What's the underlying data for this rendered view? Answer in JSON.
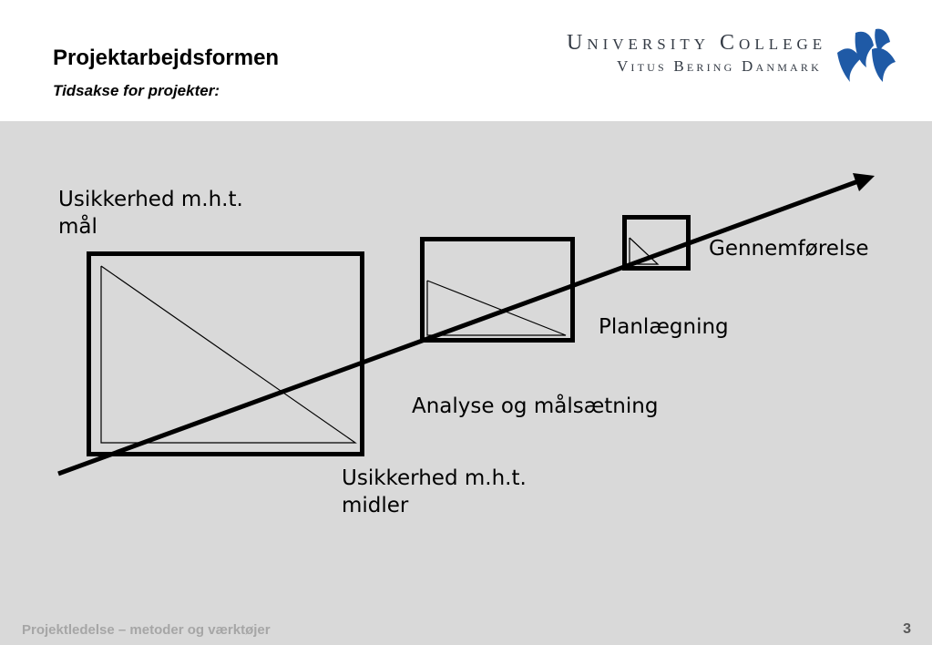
{
  "header": {
    "title": "Projektarbejdsformen",
    "subtitle": "Tidsakse for projekter:"
  },
  "logo": {
    "line1": "University College",
    "line2": "Vitus Bering Danmark",
    "icon": "sails-logo-icon",
    "color": "#1f5aa6"
  },
  "diagram": {
    "labels": {
      "goal_uncertainty": [
        "Usikkerhed m.h.t.",
        "mål"
      ],
      "means_uncertainty": [
        "Usikkerhed m.h.t.",
        "midler"
      ],
      "execution": "Gennemførelse",
      "planning": "Planlægning",
      "analysis": "Analyse og målsætning"
    },
    "colors": {
      "background": "#d9d9d9",
      "stroke": "#000000"
    },
    "icons": [
      "arrow-axis-icon",
      "phase-box-icon",
      "triangle-icon"
    ]
  },
  "footer": {
    "course": "Projektledelse – metoder og værktøjer",
    "page_number": "3"
  }
}
